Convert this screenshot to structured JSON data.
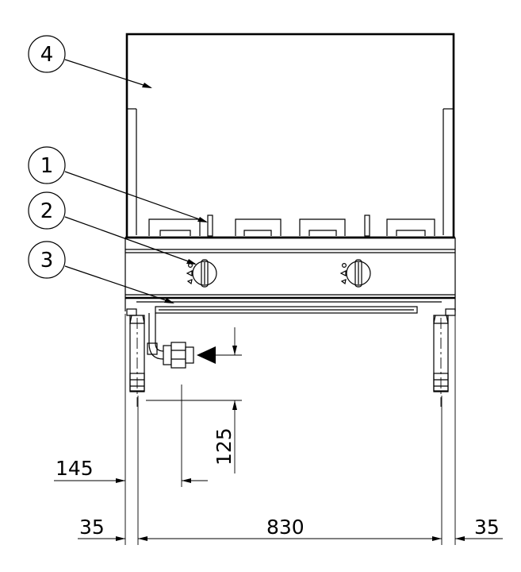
{
  "callouts": [
    {
      "label": "4"
    },
    {
      "label": "1"
    },
    {
      "label": "2"
    },
    {
      "label": "3"
    }
  ],
  "dimensions": {
    "pipe_offset": "145",
    "pipe_height": "125",
    "left_margin": "35",
    "width": "830",
    "right_margin": "35"
  }
}
